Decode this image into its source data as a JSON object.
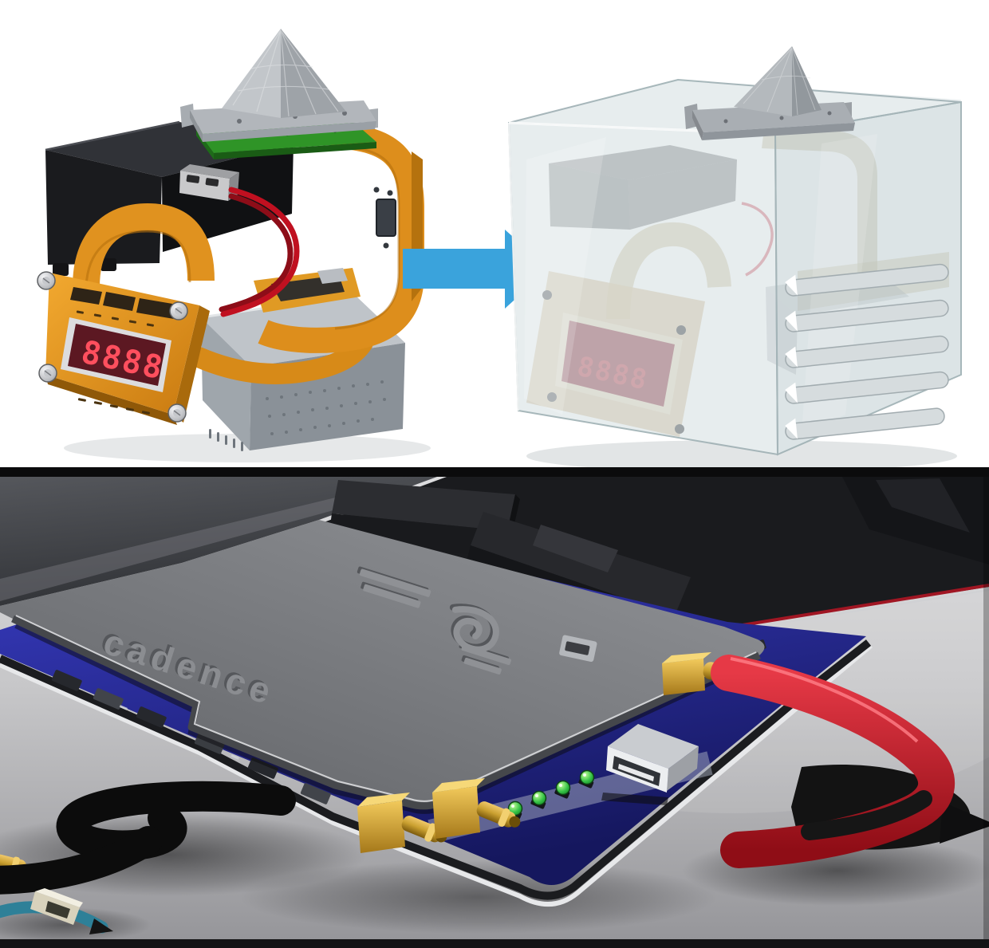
{
  "figure": {
    "type": "3d-render-collage",
    "top_panel": {
      "background": "#ffffff",
      "arrow": {
        "icon": "right-arrow-icon",
        "direction": "right",
        "color": "#3aa3dc"
      },
      "device": {
        "display_digits": "8888",
        "display_color": "#ff5360",
        "screw_count": 4,
        "flex_color": "#e0921f",
        "pcb_color": "#2f9427"
      },
      "enclosure": {
        "display_digits": "8888",
        "vent_slot_count": 5,
        "tint": "#ccd8da"
      }
    },
    "divider_color": "#0b0b0c",
    "bottom_panel": {
      "cover_brand": "cadence",
      "led_count": 4,
      "sma_connector_count": 3,
      "background_top": "#d8d8da",
      "background_bottom": "#97979a",
      "pcb_color": "#2a2db0",
      "cable_colors": [
        "#c41220",
        "#101010",
        "#2e8098"
      ],
      "gold_color": "#c8992d"
    }
  }
}
